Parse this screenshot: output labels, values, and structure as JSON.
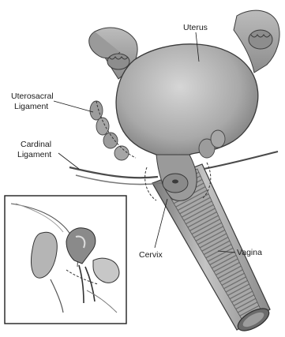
{
  "figure": {
    "labels": {
      "uterus": "Uterus",
      "uterosacral_ligament": [
        "Uterosacral",
        "Ligament"
      ],
      "cardinal_ligament": [
        "Cardinal",
        "Ligament"
      ],
      "cervix": "Cervix",
      "vagina": "Vagina"
    }
  }
}
